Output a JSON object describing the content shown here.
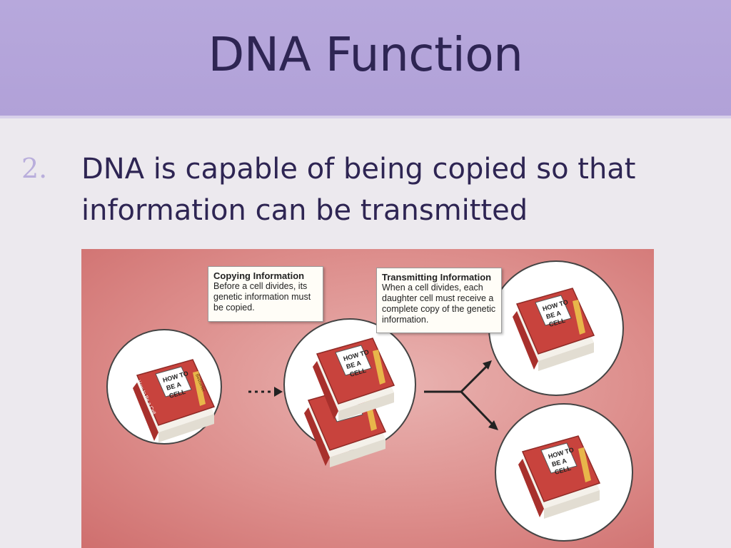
{
  "slide": {
    "title": "DNA Function",
    "bullet_number": "2.",
    "bullet_text": "DNA is capable of being copied so that information can be transmitted"
  },
  "figure": {
    "copying": {
      "heading": "Copying Information",
      "body": "Before a cell divides, its genetic information must be copied."
    },
    "transmitting": {
      "heading": "Transmitting Information",
      "body": "When a cell divides, each daughter cell must receive a complete copy of the genetic information."
    },
    "book": {
      "cover_lines": [
        "HOW TO",
        "BE A",
        "CELL"
      ],
      "spine": "How to Be a Cell",
      "ribbon": "Bestseller"
    },
    "colors": {
      "background": "#dd8e8c",
      "book_cover": "#c8433d",
      "circle": "#ffffff"
    }
  }
}
